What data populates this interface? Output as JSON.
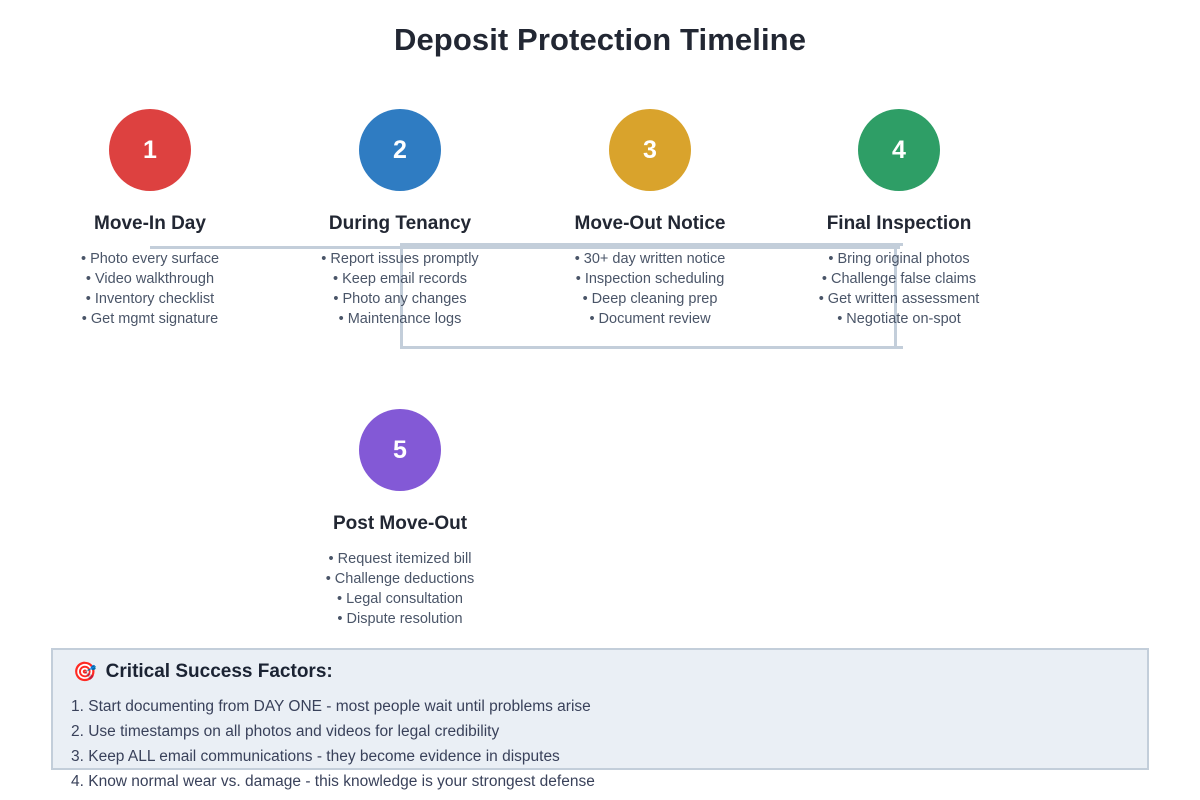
{
  "title": "Deposit Protection Timeline",
  "colors": {
    "step1": "#dd4140",
    "step2": "#2f7cc2",
    "step3": "#d9a32c",
    "step4": "#2e9e66",
    "step5": "#8359d6",
    "connector": "#c3ceda",
    "callout_bg": "#eaeff5",
    "callout_border": "#c3ceda",
    "title_text": "#222733",
    "body_text": "#4a5568"
  },
  "steps": [
    {
      "number": "1",
      "label": "Move-In Day",
      "items": [
        "• Photo every surface",
        "• Video walkthrough",
        "• Inventory checklist",
        "• Get mgmt signature"
      ]
    },
    {
      "number": "2",
      "label": "During Tenancy",
      "items": [
        "• Report issues promptly",
        "• Keep email records",
        "• Photo any changes",
        "• Maintenance logs"
      ]
    },
    {
      "number": "3",
      "label": "Move-Out Notice",
      "items": [
        "• 30+ day written notice",
        "• Inspection scheduling",
        "• Deep cleaning prep",
        "• Document review"
      ]
    },
    {
      "number": "4",
      "label": "Final Inspection",
      "items": [
        "• Bring original photos",
        "• Challenge false claims",
        "• Get written assessment",
        "• Negotiate on-spot"
      ]
    },
    {
      "number": "5",
      "label": "Post Move-Out",
      "items": [
        "• Request itemized bill",
        "• Challenge deductions",
        "• Legal consultation",
        "• Dispute resolution"
      ]
    }
  ],
  "callout": {
    "icon": "🎯",
    "heading": "Critical Success Factors:",
    "items": [
      "1. Start documenting from DAY ONE - most people wait until problems arise",
      "2. Use timestamps on all photos and videos for legal credibility",
      "3. Keep ALL email communications - they become evidence in disputes",
      "4. Know normal wear vs. damage - this knowledge is your strongest defense"
    ]
  }
}
